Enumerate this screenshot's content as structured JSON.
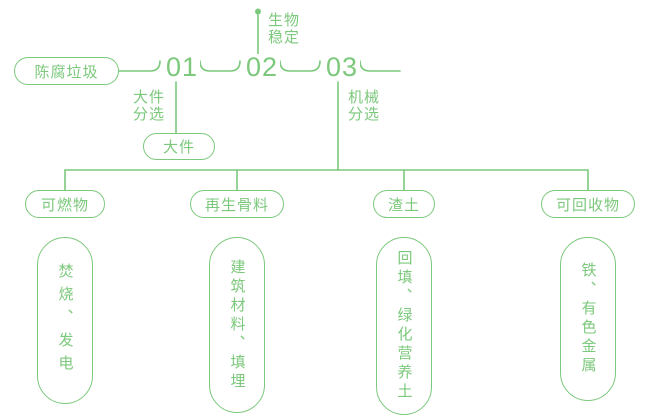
{
  "colors": {
    "green": "#7cc87c"
  },
  "source": {
    "label": "陈腐垃圾"
  },
  "steps": [
    {
      "num": "01",
      "label": "大件\n分选"
    },
    {
      "num": "02",
      "label": "生物\n稳定"
    },
    {
      "num": "03",
      "label": "机械\n分选"
    }
  ],
  "large_item": {
    "label": "大件"
  },
  "branches": [
    {
      "label": "可燃物",
      "output": "焚烧、发电"
    },
    {
      "label": "再生骨料",
      "output": "建筑材料、填埋"
    },
    {
      "label": "渣土",
      "output": "回填、绿化营养土"
    },
    {
      "label": "可回收物",
      "output": "铁、有色金属"
    }
  ]
}
